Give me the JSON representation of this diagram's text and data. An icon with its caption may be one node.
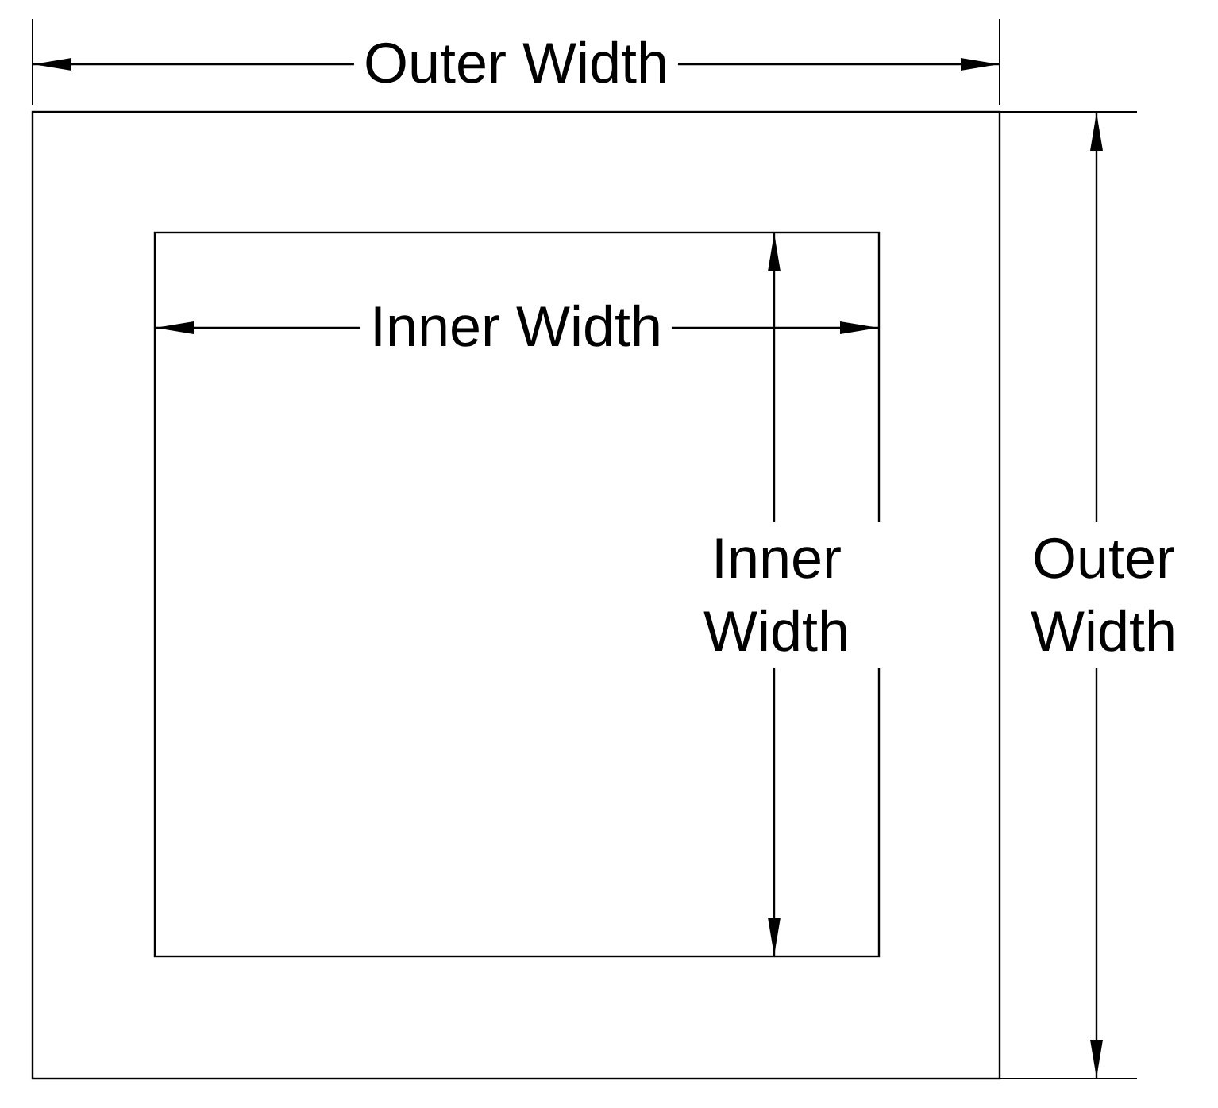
{
  "diagram": {
    "labels": [
      "Outer Width",
      "Inner Width",
      "Inner Width",
      "Outer Width"
    ]
  }
}
